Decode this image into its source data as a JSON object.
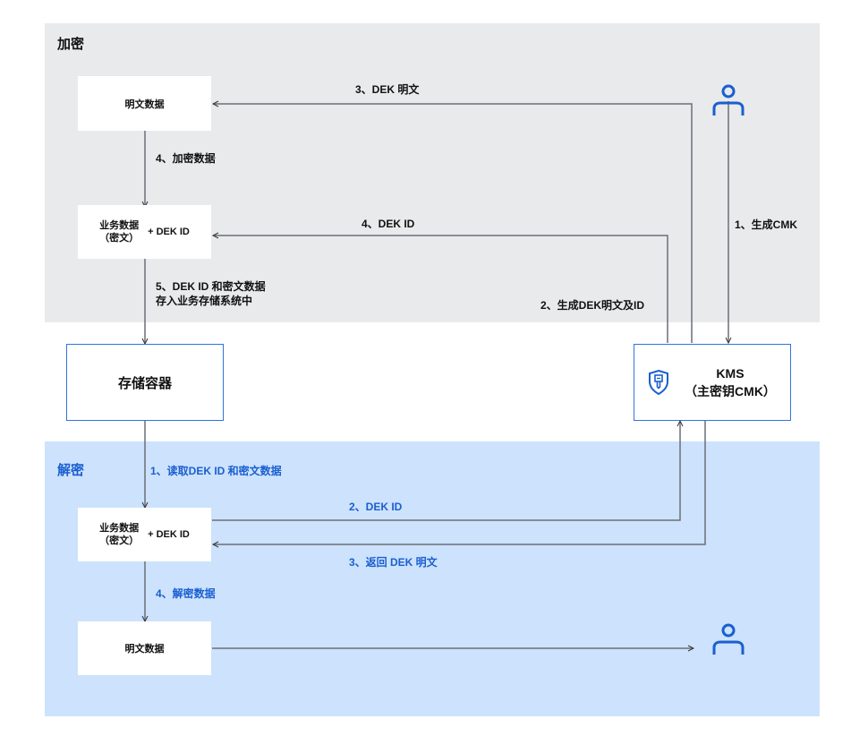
{
  "colors": {
    "accent": "#1a5fd0",
    "encrypt_bg": "#e9eaec",
    "decrypt_bg": "#cde2fc",
    "line": "#6b6f76"
  },
  "encrypt": {
    "title": "加密",
    "plaintext_box": "明文数据",
    "cipher_box": {
      "line1": "业务数据",
      "line2": "（密文）",
      "suffix": "+  DEK ID"
    },
    "steps": {
      "s1": "1、生成CMK",
      "s2": "2、生成DEK明文及ID",
      "s3": "3、DEK 明文",
      "s4a": "4、加密数据",
      "s4b": "4、DEK ID",
      "s5_line1": "5、DEK ID 和密文数据",
      "s5_line2": "存入业务存储系统中"
    }
  },
  "storage_box": "存储容器",
  "kms_box": {
    "line1": "KMS",
    "line2": "（主密钥CMK）",
    "icon": "shield-key-icon"
  },
  "decrypt": {
    "title": "解密",
    "cipher_box": {
      "line1": "业务数据",
      "line2": "（密文）",
      "suffix": "+  DEK ID"
    },
    "plaintext_box": "明文数据",
    "steps": {
      "s1": "1、读取DEK ID 和密文数据",
      "s2": "2、DEK ID",
      "s3": "3、返回 DEK 明文",
      "s4": "4、解密数据"
    }
  },
  "icons": {
    "user_top": "user-icon",
    "user_bottom": "user-icon"
  }
}
